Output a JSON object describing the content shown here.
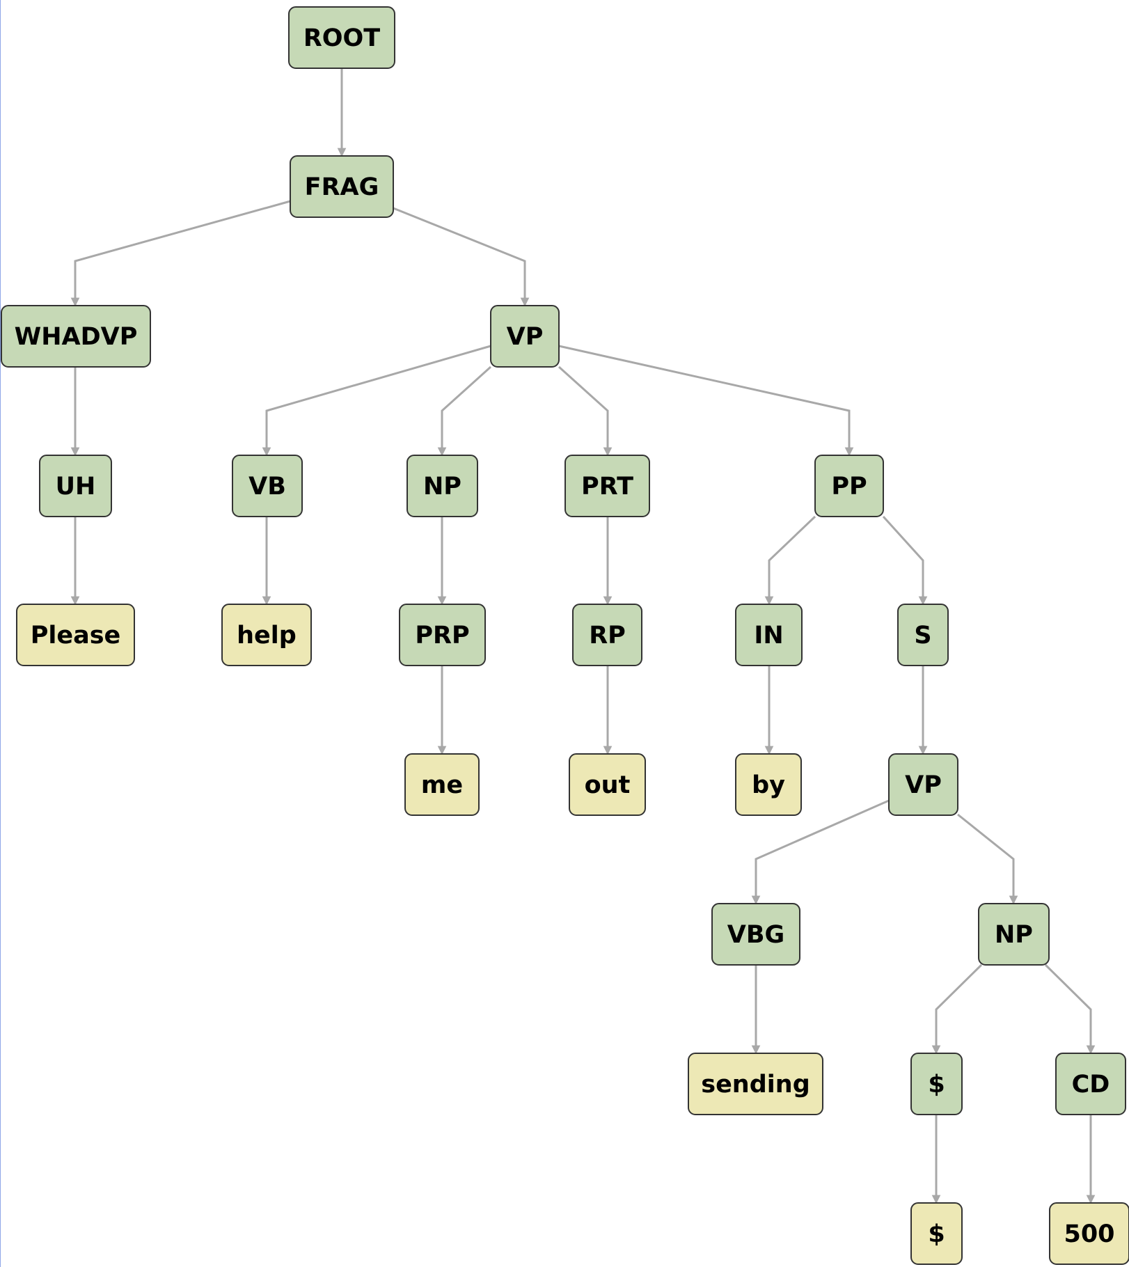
{
  "colors": {
    "phrase_fill": "#c6d9b6",
    "word_fill": "#ede8b5",
    "node_border": "#333333",
    "edge": "#a8a8a8",
    "text": "#000000"
  },
  "tree": {
    "nodes": [
      {
        "id": "n-root",
        "label": "ROOT",
        "kind": "phrase"
      },
      {
        "id": "n-frag",
        "label": "FRAG",
        "kind": "phrase"
      },
      {
        "id": "n-whadvp",
        "label": "WHADVP",
        "kind": "phrase"
      },
      {
        "id": "n-vp1",
        "label": "VP",
        "kind": "phrase"
      },
      {
        "id": "n-uh",
        "label": "UH",
        "kind": "phrase"
      },
      {
        "id": "n-vb",
        "label": "VB",
        "kind": "phrase"
      },
      {
        "id": "n-np1",
        "label": "NP",
        "kind": "phrase"
      },
      {
        "id": "n-prt",
        "label": "PRT",
        "kind": "phrase"
      },
      {
        "id": "n-pp",
        "label": "PP",
        "kind": "phrase"
      },
      {
        "id": "n-please",
        "label": "Please",
        "kind": "word"
      },
      {
        "id": "n-help",
        "label": "help",
        "kind": "word"
      },
      {
        "id": "n-prp",
        "label": "PRP",
        "kind": "phrase"
      },
      {
        "id": "n-rp",
        "label": "RP",
        "kind": "phrase"
      },
      {
        "id": "n-in",
        "label": "IN",
        "kind": "phrase"
      },
      {
        "id": "n-s",
        "label": "S",
        "kind": "phrase"
      },
      {
        "id": "n-me",
        "label": "me",
        "kind": "word"
      },
      {
        "id": "n-out",
        "label": "out",
        "kind": "word"
      },
      {
        "id": "n-by",
        "label": "by",
        "kind": "word"
      },
      {
        "id": "n-vp2",
        "label": "VP",
        "kind": "phrase"
      },
      {
        "id": "n-vbg",
        "label": "VBG",
        "kind": "phrase"
      },
      {
        "id": "n-np2",
        "label": "NP",
        "kind": "phrase"
      },
      {
        "id": "n-sending",
        "label": "sending",
        "kind": "word"
      },
      {
        "id": "n-dollar-tag",
        "label": "$",
        "kind": "phrase"
      },
      {
        "id": "n-cd",
        "label": "CD",
        "kind": "phrase"
      },
      {
        "id": "n-dollar-word",
        "label": "$",
        "kind": "word"
      },
      {
        "id": "n-500",
        "label": "500",
        "kind": "word"
      }
    ],
    "edges": [
      {
        "from": "n-root",
        "to": "n-frag"
      },
      {
        "from": "n-frag",
        "to": "n-whadvp"
      },
      {
        "from": "n-frag",
        "to": "n-vp1"
      },
      {
        "from": "n-whadvp",
        "to": "n-uh"
      },
      {
        "from": "n-uh",
        "to": "n-please"
      },
      {
        "from": "n-vp1",
        "to": "n-vb"
      },
      {
        "from": "n-vp1",
        "to": "n-np1"
      },
      {
        "from": "n-vp1",
        "to": "n-prt"
      },
      {
        "from": "n-vp1",
        "to": "n-pp"
      },
      {
        "from": "n-vb",
        "to": "n-help"
      },
      {
        "from": "n-np1",
        "to": "n-prp"
      },
      {
        "from": "n-prp",
        "to": "n-me"
      },
      {
        "from": "n-prt",
        "to": "n-rp"
      },
      {
        "from": "n-rp",
        "to": "n-out"
      },
      {
        "from": "n-pp",
        "to": "n-in"
      },
      {
        "from": "n-pp",
        "to": "n-s"
      },
      {
        "from": "n-in",
        "to": "n-by"
      },
      {
        "from": "n-s",
        "to": "n-vp2"
      },
      {
        "from": "n-vp2",
        "to": "n-vbg"
      },
      {
        "from": "n-vp2",
        "to": "n-np2"
      },
      {
        "from": "n-vbg",
        "to": "n-sending"
      },
      {
        "from": "n-np2",
        "to": "n-dollar-tag"
      },
      {
        "from": "n-np2",
        "to": "n-cd"
      },
      {
        "from": "n-dollar-tag",
        "to": "n-dollar-word"
      },
      {
        "from": "n-cd",
        "to": "n-500"
      }
    ]
  }
}
